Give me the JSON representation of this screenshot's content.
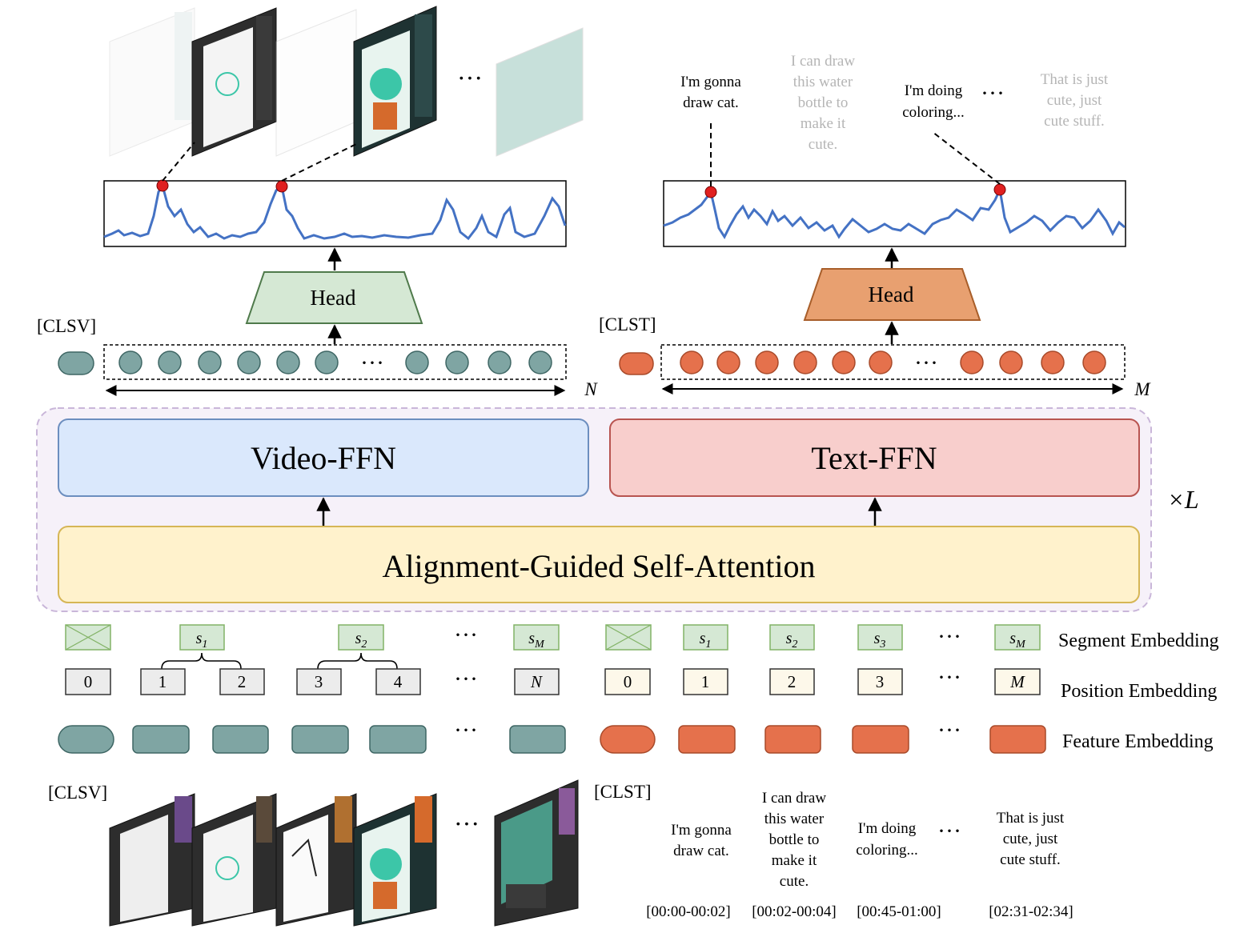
{
  "labels": {
    "clsv": "[CLSV]",
    "clst": "[CLST]",
    "head": "Head",
    "video_ffn": "Video-FFN",
    "text_ffn": "Text-FFN",
    "attention": "Alignment-Guided Self-Attention",
    "repeat": "×L",
    "n": "N",
    "m": "M",
    "ellipsis": "···"
  },
  "embeddings": {
    "segment": "Segment Embedding",
    "position": "Position Embedding",
    "feature": "Feature Embedding",
    "video_segments": [
      "s1",
      "s2",
      "sM"
    ],
    "video_positions": [
      "0",
      "1",
      "2",
      "3",
      "4",
      "N"
    ],
    "text_segments": [
      "s1",
      "s2",
      "s3",
      "sM"
    ],
    "text_positions": [
      "0",
      "1",
      "2",
      "3",
      "M"
    ]
  },
  "top_captions": {
    "c1": [
      "I'm gonna",
      "draw cat."
    ],
    "c2": [
      "I can draw",
      "this water",
      "bottle to",
      "make it",
      "cute."
    ],
    "c3": [
      "I'm doing",
      "coloring..."
    ],
    "c4": [
      "That is just",
      "cute, just",
      "cute stuff."
    ]
  },
  "bottom_captions": [
    {
      "lines": [
        "I'm gonna",
        "draw cat."
      ],
      "time": "[00:00-00:02]"
    },
    {
      "lines": [
        "I can draw",
        "this water",
        "bottle to",
        "make it",
        "cute."
      ],
      "time": "[00:02-00:04]"
    },
    {
      "lines": [
        "I'm doing",
        "coloring..."
      ],
      "time": "[00:45-01:00]"
    },
    {
      "lines": [
        "That is just",
        "cute, just",
        "cute stuff."
      ],
      "time": "[02:31-02:34]"
    }
  ],
  "colors": {
    "video_token": "#7fa5a3",
    "text_token": "#e5714c",
    "head_video": "#d5e8d4",
    "head_text": "#e8a070",
    "video_ffn": "#dae8fc",
    "text_ffn": "#f8cecc",
    "attention": "#fff2cc",
    "curve": "#4472c4",
    "peak": "#e02020"
  }
}
